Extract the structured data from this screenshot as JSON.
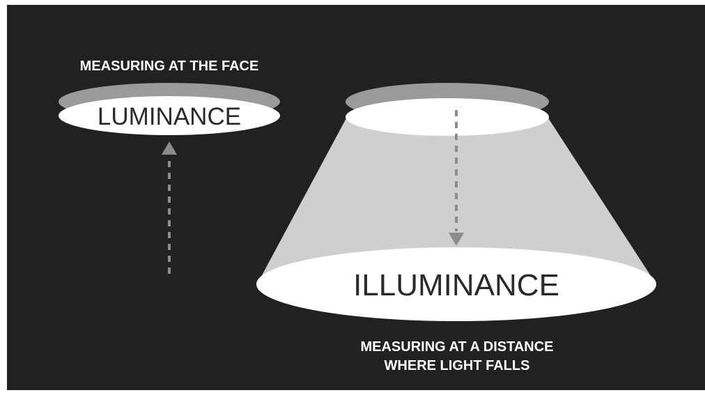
{
  "diagram": {
    "top_caption": "MEASURING AT THE FACE",
    "luminance_label": "LUMINANCE",
    "illuminance_label": "ILLUMINANCE",
    "bottom_caption_line1": "MEASURING AT A DISTANCE",
    "bottom_caption_line2": "WHERE LIGHT FALLS"
  },
  "colors": {
    "background": "#232021",
    "disc_face": "#ffffff",
    "disc_rim": "#9a9a9a",
    "light_cone": "#cfcfcf",
    "arrow": "#8c8c8c",
    "caption_text": "#ffffff",
    "disc_text": "#2a2a2a"
  }
}
